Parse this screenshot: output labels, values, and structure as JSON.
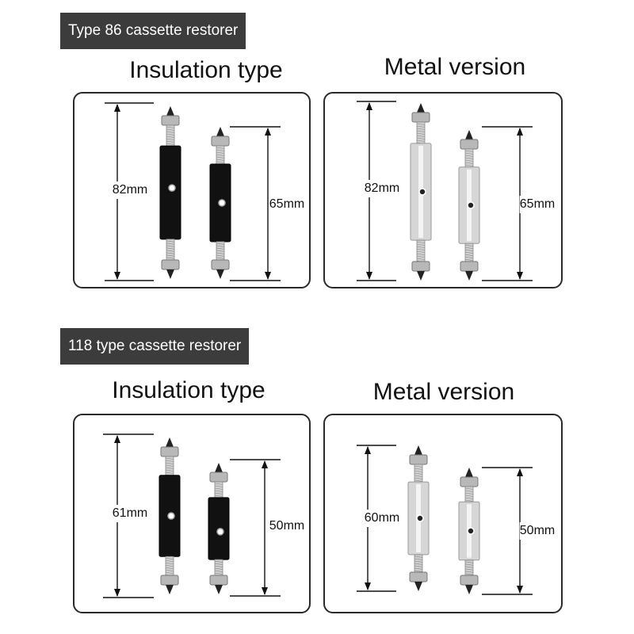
{
  "sections": [
    {
      "tag": "Type 86 cassette restorer",
      "variants": [
        {
          "title": "Insulation type",
          "kind": "insulation",
          "long_label": "82mm",
          "short_label": "65mm"
        },
        {
          "title": "Metal version",
          "kind": "metal",
          "long_label": "82mm",
          "short_label": "65mm"
        }
      ]
    },
    {
      "tag": "118 type cassette restorer",
      "variants": [
        {
          "title": "Insulation type",
          "kind": "insulation",
          "long_label": "61mm",
          "short_label": "50mm"
        },
        {
          "title": "Metal version",
          "kind": "metal",
          "long_label": "60mm",
          "short_label": "50mm"
        }
      ]
    }
  ],
  "colors": {
    "tag_background": "#3c3c3c",
    "insulation_body": "#111111",
    "metal_body": "#d6d6d6",
    "screw": "#b8b8b8"
  }
}
